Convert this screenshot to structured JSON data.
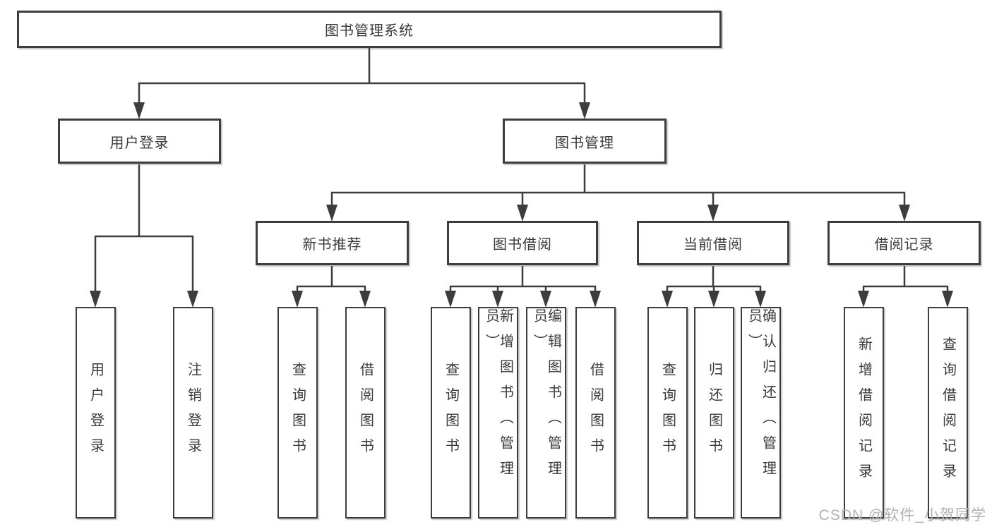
{
  "tree": {
    "root": {
      "label": "图书管理系统",
      "children": [
        {
          "label": "用户登录",
          "children": [
            {
              "label": "用户登录"
            },
            {
              "label": "注销登录"
            }
          ]
        },
        {
          "label": "图书管理",
          "children": [
            {
              "label": "新书推荐",
              "children": [
                {
                  "label": "查询图书"
                },
                {
                  "label": "借阅图书"
                }
              ]
            },
            {
              "label": "图书借阅",
              "children": [
                {
                  "label": "查询图书"
                },
                {
                  "label": "新增图书（管理员）"
                },
                {
                  "label": "编辑图书（管理员）"
                },
                {
                  "label": "借阅图书"
                }
              ]
            },
            {
              "label": "当前借阅",
              "children": [
                {
                  "label": "查询图书"
                },
                {
                  "label": "归还图书"
                },
                {
                  "label": "确认归还（管理员）"
                }
              ]
            },
            {
              "label": "借阅记录",
              "children": [
                {
                  "label": "新增借阅记录"
                },
                {
                  "label": "查询借阅记录"
                }
              ]
            }
          ]
        }
      ]
    }
  },
  "watermark": {
    "text": "CSDN @软件_小贺同学"
  },
  "colors": {
    "line": "#3d3d3d",
    "box_border": "#3d3d3d",
    "box_fill": "#ffffff",
    "text": "#3a3a3a",
    "watermark": "#b2b2b2",
    "background": "#ffffff"
  }
}
